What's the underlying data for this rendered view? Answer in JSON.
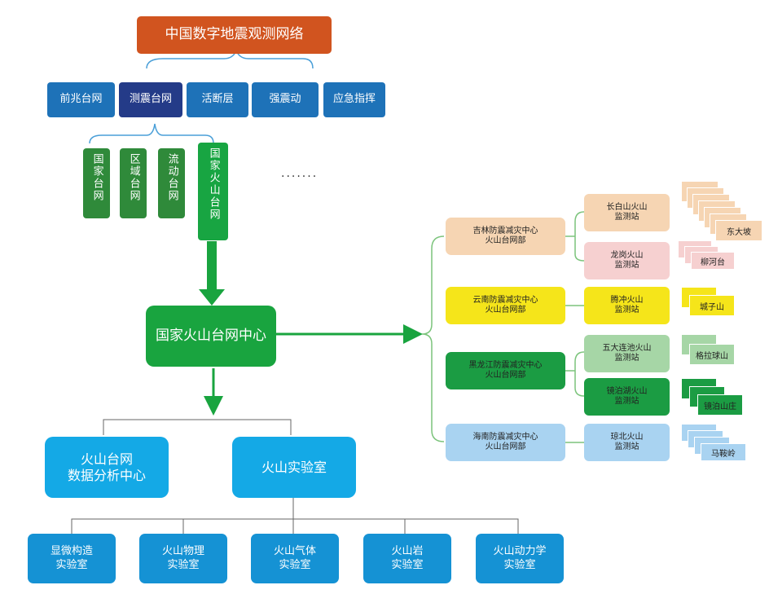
{
  "title": "中国数字地震观测网络",
  "networks": [
    "前兆台网",
    "测震台网",
    "活断层",
    "强震动",
    "应急指挥"
  ],
  "sub_networks": [
    "国家台网",
    "区域台网",
    "流动台网",
    "国家火山台网"
  ],
  "ellipsis": ".......",
  "center": "国家火山台网中心",
  "data_center": [
    "火山台网",
    "数据分析中心"
  ],
  "lab_main": "火山实验室",
  "labs": [
    [
      "显微构造",
      "实验室"
    ],
    [
      "火山物理",
      "实验室"
    ],
    [
      "火山气体",
      "实验室"
    ],
    [
      "火山岩",
      "实验室"
    ],
    [
      "火山动力学",
      "实验室"
    ]
  ],
  "regions": [
    {
      "name": [
        "吉林防震减灾中心",
        "火山台网部"
      ],
      "color": "#f6d5b3",
      "stations": [
        {
          "name": [
            "长白山火山",
            "监测站"
          ],
          "color": "#f6d5b3",
          "site": "东大坡",
          "count": 7
        },
        {
          "name": [
            "龙岗火山",
            "监测站"
          ],
          "color": "#f6d0d0",
          "site": "柳河台",
          "count": 3
        }
      ]
    },
    {
      "name": [
        "云南防震减灾中心",
        "火山台网部"
      ],
      "color": "#f5e51a",
      "stations": [
        {
          "name": [
            "腾冲火山",
            "监测站"
          ],
          "color": "#f5e51a",
          "site": "城子山",
          "count": 2
        }
      ]
    },
    {
      "name": [
        "黑龙江防震减灾中心",
        "火山台网部"
      ],
      "color": "#1b9c43",
      "stations": [
        {
          "name": [
            "五大连池火山",
            "监测站"
          ],
          "color": "#a6d6a6",
          "site": "格拉球山",
          "count": 2
        },
        {
          "name": [
            "镜泊湖火山",
            "监测站"
          ],
          "color": "#1b9c43",
          "site": "镜泊山庄",
          "count": 3
        }
      ]
    },
    {
      "name": [
        "海南防震减灾中心",
        "火山台网部"
      ],
      "color": "#a9d3f1",
      "stations": [
        {
          "name": [
            "琼北火山",
            "监测站"
          ],
          "color": "#a9d3f1",
          "site": "马鞍岭",
          "count": 4
        }
      ]
    }
  ]
}
